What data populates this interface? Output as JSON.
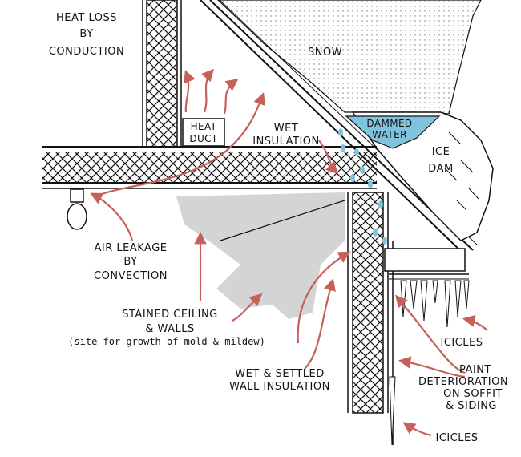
{
  "labels": {
    "heat_loss": [
      "HEAT LOSS",
      "BY",
      "CONDUCTION"
    ],
    "snow": "SNOW",
    "dammed_water": [
      "DAMMED",
      "WATER"
    ],
    "ice_dam": [
      "ICE",
      "DAM"
    ],
    "heat_duct": [
      "HEAT",
      "DUCT"
    ],
    "wet_insulation": [
      "WET",
      "INSULATION"
    ],
    "air_leakage": [
      "AIR LEAKAGE",
      "BY",
      "CONVECTION"
    ],
    "stained_ceiling": [
      "STAINED CEILING",
      "& WALLS",
      "(site for growth of mold & mildew)"
    ],
    "wet_settled": [
      "WET & SETTLED",
      "WALL INSULATION"
    ],
    "icicles_upper": "ICICLES",
    "paint": [
      "PAINT",
      "DETERIORATION",
      "ON SOFFIT",
      "& SIDING"
    ],
    "icicles_lower": "ICICLES"
  },
  "colors": {
    "arrow": "#c8605a",
    "water": "#7fc3de",
    "stain": "#d4d4d4",
    "insulation": "#111111"
  }
}
